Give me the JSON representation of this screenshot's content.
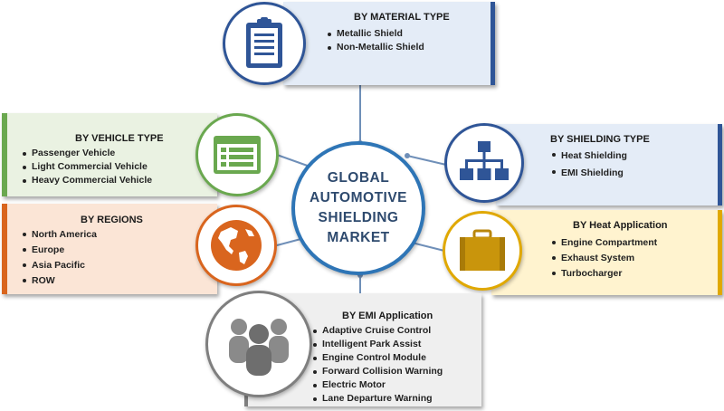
{
  "center": {
    "lines": [
      "GLOBAL",
      "AUTOMOTIVE",
      "SHIELDING",
      "MARKET"
    ]
  },
  "segments": {
    "material": {
      "title": "BY MATERIAL TYPE",
      "items": [
        "Metallic Shield",
        "Non-Metallic Shield"
      ],
      "icon": "clipboard-icon",
      "color": "#2f5597"
    },
    "vehicle": {
      "title": "BY VEHICLE TYPE",
      "items": [
        "Passenger Vehicle",
        "Light Commercial Vehicle",
        "Heavy Commercial Vehicle"
      ],
      "icon": "list-window-icon",
      "color": "#6aa84f"
    },
    "regions": {
      "title": "BY REGIONS",
      "items": [
        "North America",
        "Europe",
        "Asia Pacific",
        "ROW"
      ],
      "icon": "globe-icon",
      "color": "#d9651e"
    },
    "shielding": {
      "title": "BY SHIELDING TYPE",
      "items": [
        "Heat Shielding",
        "EMI Shielding"
      ],
      "icon": "hierarchy-icon",
      "color": "#2f5597"
    },
    "heat": {
      "title": "BY Heat Application",
      "items": [
        "Engine Compartment",
        "Exhaust System",
        "Turbocharger"
      ],
      "icon": "briefcase-icon",
      "color": "#e0a800"
    },
    "emi": {
      "title": "BY EMI Application",
      "items": [
        "Adaptive Cruise Control",
        "Intelligent Park Assist",
        "Engine Control Module",
        "Forward Collision Warning",
        "Electric Motor",
        "Lane Departure Warning"
      ],
      "icon": "people-group-icon",
      "color": "#7f7f7f"
    }
  }
}
